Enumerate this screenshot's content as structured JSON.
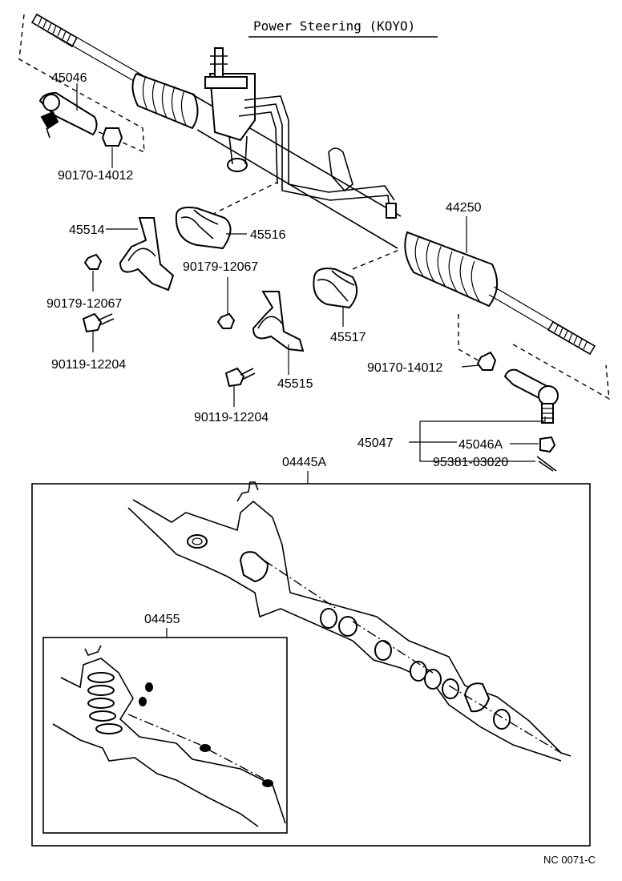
{
  "title": "Power Steering (KOYO)",
  "footer_code": "NC 0071-C",
  "labels": {
    "tie_rod_end_left": "45046",
    "nut_left": "90170-14012",
    "bracket_left": "45514",
    "bushing_left": "45516",
    "rack_assembly": "44250",
    "nut_bracket_left": "90179-12067",
    "bolt_left": "90119-12204",
    "nut_bracket_right": "90179-12067",
    "bushing_right": "45517",
    "bracket_right": "45515",
    "bolt_right": "90119-12204",
    "nut_right": "90170-14012",
    "tie_rod_end_right": "45047",
    "castle_nut": "45046A",
    "cotter_pin": "95381-03020",
    "gasket_kit": "04445A",
    "seal_kit": "04455"
  }
}
